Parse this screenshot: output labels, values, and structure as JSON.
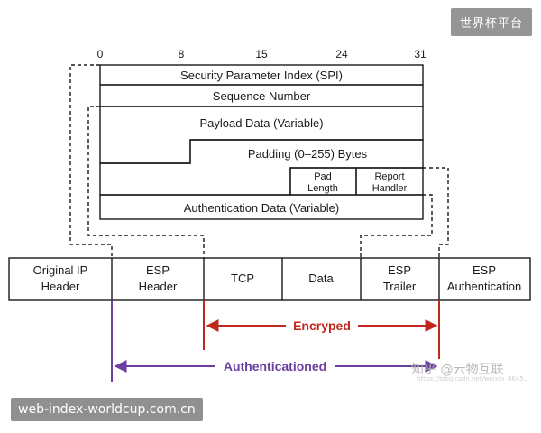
{
  "badge": "世界杯平台",
  "bit_positions": [
    "0",
    "8",
    "15",
    "24",
    "31"
  ],
  "esp_fields": {
    "spi": "Security Parameter Index (SPI)",
    "sequence": "Sequence Number",
    "payload": "Payload Data (Variable)",
    "padding": "Padding (0–255) Bytes",
    "pad_length_1": "Pad",
    "pad_length_2": "Length",
    "report_handler_1": "Report",
    "report_handler_2": "Handler",
    "auth_data": "Authentication Data (Variable)"
  },
  "packet": {
    "original_ip_1": "Original IP",
    "original_ip_2": "Header",
    "esp_header_1": "ESP",
    "esp_header_2": "Header",
    "tcp": "TCP",
    "data": "Data",
    "esp_trailer_1": "ESP",
    "esp_trailer_2": "Trailer",
    "esp_auth_1": "ESP",
    "esp_auth_2": "Authentication"
  },
  "spans": {
    "encrypted": "Encryped",
    "authenticated": "Authenticationed"
  },
  "watermark": {
    "zhihu": "知乎 @云物互联",
    "sub": "https://blog.csdn.net/weixin_4645..."
  },
  "url_label": "web-index-worldcup.com.cn",
  "colors": {
    "encrypted": "#c0281e",
    "authenticated": "#6b3fa0",
    "line": "#1a1a1a"
  }
}
